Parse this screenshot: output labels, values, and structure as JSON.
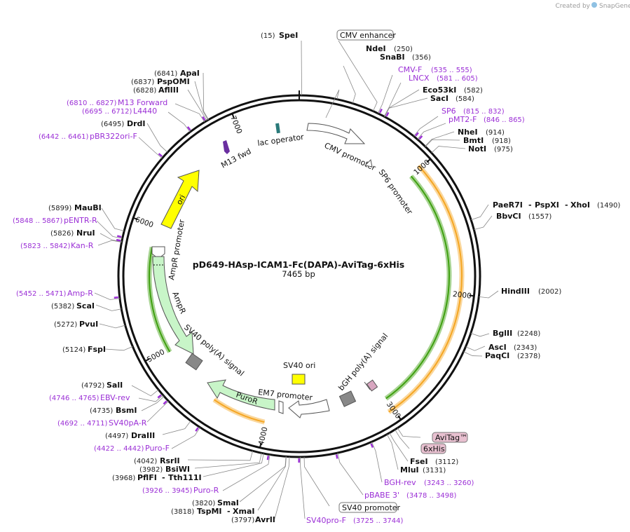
{
  "credit": {
    "created_by": "Created by",
    "brand": "SnapGene"
  },
  "plasmid": {
    "name": "pD649-HAsp-ICAM1-Fc(DAPA)-AviTag-6xHis",
    "length": "7465 bp"
  },
  "ticks": [
    "1000",
    "2000",
    "3000",
    "4000",
    "5000",
    "6000",
    "7000"
  ],
  "features": {
    "cmv_promoter": "CMV promoter",
    "sp6_promoter": "SP6 promoter",
    "lac_operator": "lac operator",
    "m13_fwd": "M13 fwd",
    "ori": "ori",
    "ampr_promoter": "AmpR promoter",
    "ampr": "AmpR",
    "sv40_polya": "SV40 poly(A) signal",
    "puror": "PuroR",
    "em7_promoter": "EM7 promoter",
    "sv40_ori": "SV40 ori",
    "bgh_polya": "bGH poly(A) signal"
  },
  "boxed": {
    "cmv_enhancer": "CMV enhancer",
    "sv40_promoter": "SV40 promoter",
    "avitag": "AviTag™",
    "his6": "6xHis"
  },
  "colors": {
    "primer": "#9b2fd6",
    "ori": "#ffff00",
    "ampr": "#c8f5c8",
    "orange": "#f5a623",
    "green_arc": "#3fa010"
  },
  "labels": {
    "speI": {
      "pos": "(15)",
      "name": "SpeI"
    },
    "ndeI": {
      "name": "NdeI",
      "pos": "(250)"
    },
    "snaBI": {
      "name": "SnaBI",
      "pos": "(356)"
    },
    "cmvF": {
      "name": "CMV-F",
      "pos": "(535 .. 555)"
    },
    "lncx": {
      "name": "LNCX",
      "pos": "(581 .. 605)"
    },
    "eco53kI": {
      "name": "Eco53kI",
      "pos": "(582)"
    },
    "sacI": {
      "name": "SacI",
      "pos": "(584)"
    },
    "sp6": {
      "name": "SP6",
      "pos": "(815 .. 832)"
    },
    "pmt2F": {
      "name": "pMT2-F",
      "pos": "(846 .. 865)"
    },
    "nheI": {
      "name": "NheI",
      "pos": "(914)"
    },
    "bmtI": {
      "name": "BmtI",
      "pos": "(918)"
    },
    "notI": {
      "name": "NotI",
      "pos": "(975)"
    },
    "paeR7I": {
      "name1": "PaeR7I",
      "sep1": "-",
      "name2": "PspXI",
      "sep2": "-",
      "name3": "XhoI",
      "pos": "(1490)"
    },
    "bbvCI": {
      "name": "BbvCI",
      "pos": "(1557)"
    },
    "hindIII": {
      "name": "HindIII",
      "pos": "(2002)"
    },
    "bglII": {
      "name": "BglII",
      "pos": "(2248)"
    },
    "ascI": {
      "name": "AscI",
      "pos": "(2343)"
    },
    "paqCI": {
      "name": "PaqCI",
      "pos": "(2378)"
    },
    "fseI": {
      "name": "FseI",
      "pos": "(3112)"
    },
    "mluI": {
      "name": "MluI",
      "pos": "(3131)"
    },
    "bghRev": {
      "name": "BGH-rev",
      "pos": "(3243 .. 3260)"
    },
    "pbabe3": {
      "name": "pBABE 3'",
      "pos": "(3478 .. 3498)"
    },
    "sv40proF": {
      "name": "SV40pro-F",
      "pos": "(3725 .. 3744)"
    },
    "avrII": {
      "pos": "(3797)",
      "name": "AvrII"
    },
    "tspMI": {
      "pos": "(3818)",
      "name1": "TspMI",
      "sep": "-",
      "name2": "XmaI"
    },
    "smaI": {
      "pos": "(3820)",
      "name": "SmaI"
    },
    "puroR_primer": {
      "pos": "(3926 .. 3945)",
      "name": "Puro-R"
    },
    "pflFI": {
      "pos": "(3968)",
      "name1": "PflFI",
      "sep": "-",
      "name2": "Tth111I"
    },
    "bsiWI": {
      "pos": "(3982)",
      "name": "BsiWI"
    },
    "rsrII": {
      "pos": "(4042)",
      "name": "RsrII"
    },
    "puroF": {
      "pos": "(4422 .. 4442)",
      "name": "Puro-F"
    },
    "draIII": {
      "pos": "(4497)",
      "name": "DraIII"
    },
    "sv40pAR": {
      "pos": "(4692 .. 4711)",
      "name": "SV40pA-R"
    },
    "bsmI": {
      "pos": "(4735)",
      "name": "BsmI"
    },
    "ebvRev": {
      "pos": "(4746 .. 4765)",
      "name": "EBV-rev"
    },
    "salI": {
      "pos": "(4792)",
      "name": "SalI"
    },
    "fspI": {
      "pos": "(5124)",
      "name": "FspI"
    },
    "pvuI": {
      "pos": "(5272)",
      "name": "PvuI"
    },
    "scaI": {
      "pos": "(5382)",
      "name": "ScaI"
    },
    "ampRprimer": {
      "pos": "(5452 .. 5471)",
      "name": "Amp-R"
    },
    "kanR": {
      "pos": "(5823 .. 5842)",
      "name": "Kan-R"
    },
    "nruI": {
      "pos": "(5826)",
      "name": "NruI"
    },
    "pentrR": {
      "pos": "(5848 .. 5867)",
      "name": "pENTR-R"
    },
    "mauBI": {
      "pos": "(5899)",
      "name": "MauBI"
    },
    "pbr322oriF": {
      "pos": "(6442 .. 6461)",
      "name": "pBR322ori-F"
    },
    "drdI": {
      "pos": "(6495)",
      "name": "DrdI"
    },
    "l4440": {
      "pos": "(6695 .. 6712)",
      "name": "L4440"
    },
    "m13forward": {
      "pos": "(6810 .. 6827)",
      "name": "M13 Forward"
    },
    "aflIII": {
      "pos": "(6828)",
      "name": "AflIII"
    },
    "pspOMI": {
      "pos": "(6837)",
      "name": "PspOMI"
    },
    "apaI": {
      "pos": "(6841)",
      "name": "ApaI"
    }
  }
}
